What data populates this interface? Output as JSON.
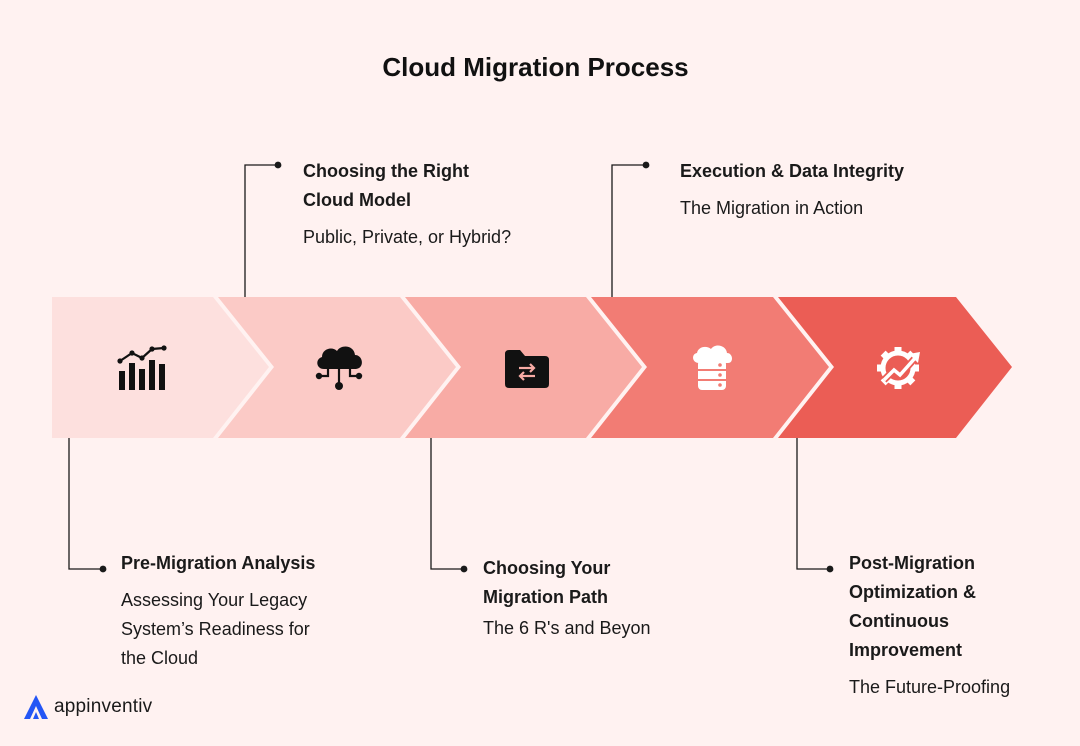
{
  "title": "Cloud Migration Process",
  "colors": {
    "background": "#fff2f1",
    "step1": "#fde0de",
    "step2": "#fbcac6",
    "step3": "#f8aba5",
    "step4": "#f27c74",
    "step5": "#eb5d55",
    "brand": "#2456f5"
  },
  "steps": [
    {
      "icon": "analytics-chart-icon",
      "heading": [
        "Pre-Migration Analysis"
      ],
      "sub": [
        "Assessing Your Legacy",
        "System’s Readiness for",
        "the Cloud"
      ]
    },
    {
      "icon": "cloud-network-icon",
      "heading": [
        "Choosing the Right",
        "Cloud Model"
      ],
      "sub": [
        "Public, Private, or Hybrid?"
      ]
    },
    {
      "icon": "folder-transfer-icon",
      "heading": [
        "Choosing Your",
        "Migration Path"
      ],
      "sub": [
        "The 6 R's and Beyon"
      ]
    },
    {
      "icon": "cloud-database-icon",
      "heading": [
        "Execution & Data Integrity"
      ],
      "sub": [
        "The Migration in Action"
      ]
    },
    {
      "icon": "gear-growth-icon",
      "heading": [
        "Post-Migration",
        "Optimization &",
        "Continuous",
        "Improvement"
      ],
      "sub": [
        "The Future-Proofing"
      ]
    }
  ],
  "brand": {
    "name": "appinventiv"
  }
}
